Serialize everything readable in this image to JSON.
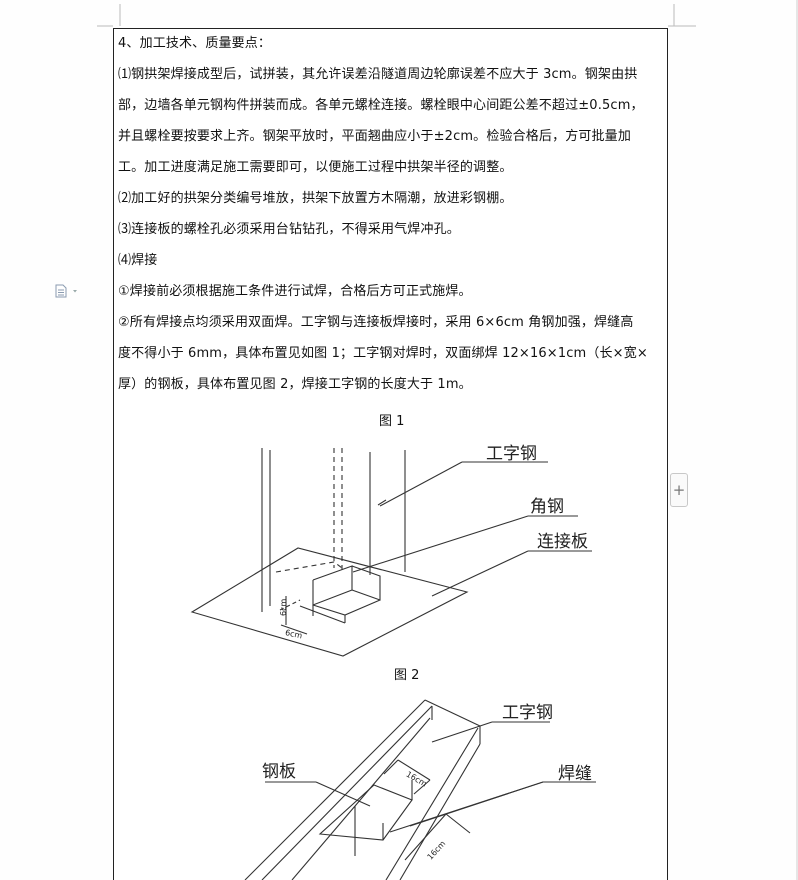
{
  "document": {
    "lines": [
      "4、加工技术、质量要点：",
      "⑴钢拱架焊接成型后，试拼装，其允许误差沿隧道周边轮廓误差不应大于 3cm。钢架由拱",
      "部，边墙各单元钢构件拼装而成。各单元螺栓连接。螺栓眼中心间距公差不超过±0.5cm，",
      "并且螺栓要按要求上齐。钢架平放时，平面翘曲应小于±2cm。检验合格后，方可批量加",
      "工。加工进度满足施工需要即可，以便施工过程中拱架半径的调整。",
      "⑵加工好的拱架分类编号堆放，拱架下放置方木隔潮，放进彩钢棚。",
      "⑶连接板的螺栓孔必须采用台钻钻孔，不得采用气焊冲孔。",
      "⑷焊接",
      "①焊接前必须根据施工条件进行试焊，合格后方可正式施焊。",
      "②所有焊接点均须采用双面焊。工字钢与连接板焊接时，采用 6×6cm 角钢加强，焊缝高",
      "度不得小于 6mm，具体布置见如图 1；工字钢对焊时，双面绑焊 12×16×1cm（长×宽×",
      "厚）的钢板，具体布置见图 2，焊接工字钢的长度大于 1m。"
    ]
  },
  "figure1": {
    "caption": "图 1",
    "label_i_beam": "工字钢",
    "label_angle_steel": "角钢",
    "label_connecting_plate": "连接板",
    "dim_vertical": "6cm",
    "dim_horizontal": "6cm"
  },
  "figure2": {
    "caption": "图 2",
    "label_i_beam": "工字钢",
    "label_steel_plate": "钢板",
    "label_weld": "焊缝",
    "dim_width": "16cm",
    "dim_length": "16cm"
  },
  "ui": {
    "doc_icon": "document-icon",
    "plus_label": "+"
  }
}
